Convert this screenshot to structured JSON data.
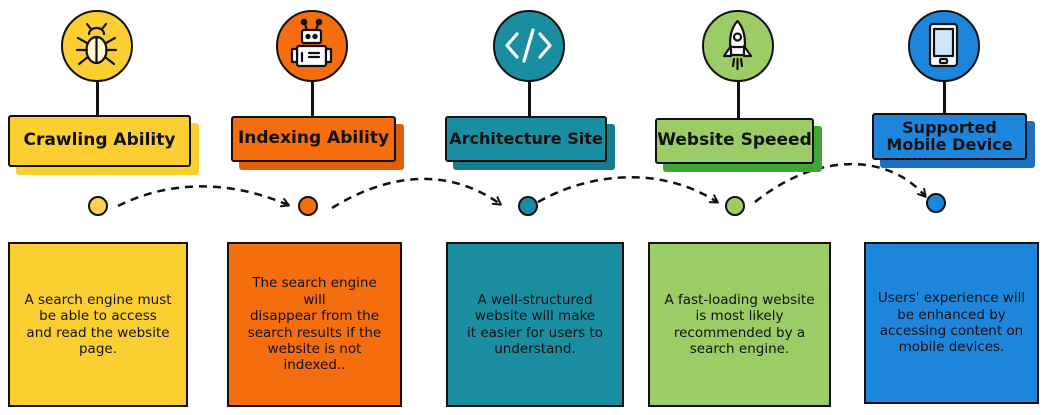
{
  "steps": [
    {
      "title": "Crawling Ability",
      "description": "A search engine must\nbe able to access\nand read the website\npage.",
      "color": "#fbcf32",
      "shadow_color": "#fbcf32",
      "dot_color": "#fbd34d",
      "icon": "bug-icon"
    },
    {
      "title": "Indexing Ability",
      "description": "The search engine will\ndisappear from the\nsearch results if the\nwebsite is not indexed..",
      "color": "#f46d0f",
      "shadow_color": "#e05f08",
      "dot_color": "#f46d0f",
      "icon": "robot-icon"
    },
    {
      "title": "Architecture Site",
      "description": "A well-structured\nwebsite will make\nit easier for users to\nunderstand.",
      "color": "#1a8ea0",
      "shadow_color": "#147e8f",
      "dot_color": "#1a8ea0",
      "icon": "code-icon"
    },
    {
      "title": "Website Speeed",
      "description": "A fast-loading website\nis most likely\nrecommended by a\nsearch engine.",
      "color": "#9ccc65",
      "shadow_color": "#3fa535",
      "dot_color": "#9ccc65",
      "icon": "rocket-icon"
    },
    {
      "title": "Supported\nMobile Device",
      "description": "Users' experience will\nbe enhanced by\naccessing content on\nmobile devices.",
      "color": "#1d86dc",
      "shadow_color": "#1a6fc0",
      "dot_color": "#1d86dc",
      "icon": "tablet-icon"
    }
  ]
}
